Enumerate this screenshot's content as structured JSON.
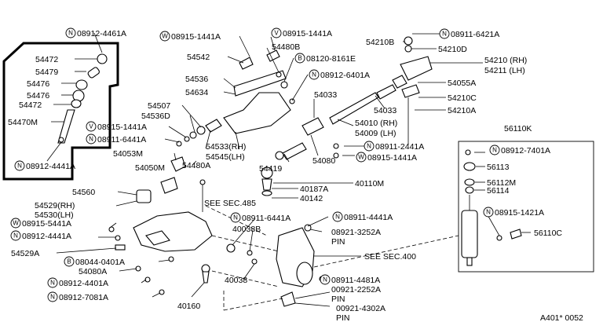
{
  "labels": {
    "p_08912_4461A": "08912-4461A",
    "p_54472_a": "54472",
    "p_54479": "54479",
    "p_54476_a": "54476",
    "p_54476_b": "54476",
    "p_54472_b": "54472",
    "p_54470M": "54470M",
    "p_08912_4441A_box": "08912-4441A",
    "p_08915_1441A_w1": "08915-1441A",
    "p_08915_1441A_v1": "08915-1441A",
    "p_54480B": "54480B",
    "p_08120_8161E": "08120-8161E",
    "p_54210B": "54210B",
    "p_54210D": "54210D",
    "p_08911_6421A": "08911-6421A",
    "p_54210_rh": "54210 (RH)",
    "p_54211_lh": "54211 (LH)",
    "p_54055A": "54055A",
    "p_54542": "54542",
    "p_54536": "54536",
    "p_54634": "54634",
    "p_54507": "54507",
    "p_54536D": "54536D",
    "p_08915_1441A_v2": "08915-1441A",
    "p_08911_6441A": "08911-6441A",
    "p_54053M": "54053M",
    "p_54050M": "54050M",
    "p_54533_rh": "54533(RH)",
    "p_54545_lh": "54545(LH)",
    "p_54480A": "54480A",
    "p_08912_6401A": "08912-6401A",
    "p_54033_a": "54033",
    "p_54033_b": "54033",
    "p_54210C": "54210C",
    "p_54210A": "54210A",
    "p_54010_rh": "54010 (RH)",
    "p_54009_lh": "54009 (LH)",
    "p_08911_2441A": "08911-2441A",
    "p_08915_1441A_w2": "08915-1441A",
    "p_54080": "54080",
    "p_54419": "54419",
    "p_40110M": "40110M",
    "p_40187A": "40187A",
    "p_40142": "40142",
    "p_56110K": "56110K",
    "p_08912_7401A": "08912-7401A",
    "p_56113": "56113",
    "p_56112M": "56112M",
    "p_56114": "56114",
    "p_08915_1421A": "08915-1421A",
    "p_56110C": "56110C",
    "p_54560": "54560",
    "p_54529_rh": "54529(RH)",
    "p_54530_lh": "54530(LH)",
    "p_08915_5441A": "08915-5441A",
    "p_08912_4441A_low": "08912-4441A",
    "p_54529A": "54529A",
    "p_08044_0401A": "08044-0401A",
    "p_54080A": "54080A",
    "p_08912_4401A": "08912-4401A",
    "p_08912_7081A": "08912-7081A",
    "p_40160": "40160",
    "p_see_sec_485": "SEE SEC.485",
    "p_08911_6441A_b": "08911-6441A",
    "p_40038B": "40038B",
    "p_40038": "40038",
    "p_08911_4441A": "08911-4441A",
    "p_08921_3252A": "08921-3252A",
    "p_pin_1": "PIN",
    "p_see_sec_400": "SEE SEC.400",
    "p_08911_4481A": "08911-4481A",
    "p_00921_2252A": "00921-2252A",
    "p_pin_2": "PIN",
    "p_00921_4302A": "00921-4302A",
    "p_pin_3": "PIN",
    "p_footer": "A401* 0052"
  },
  "prefix_symbols": {
    "N": "N",
    "W": "W",
    "V": "V",
    "B": "B"
  }
}
